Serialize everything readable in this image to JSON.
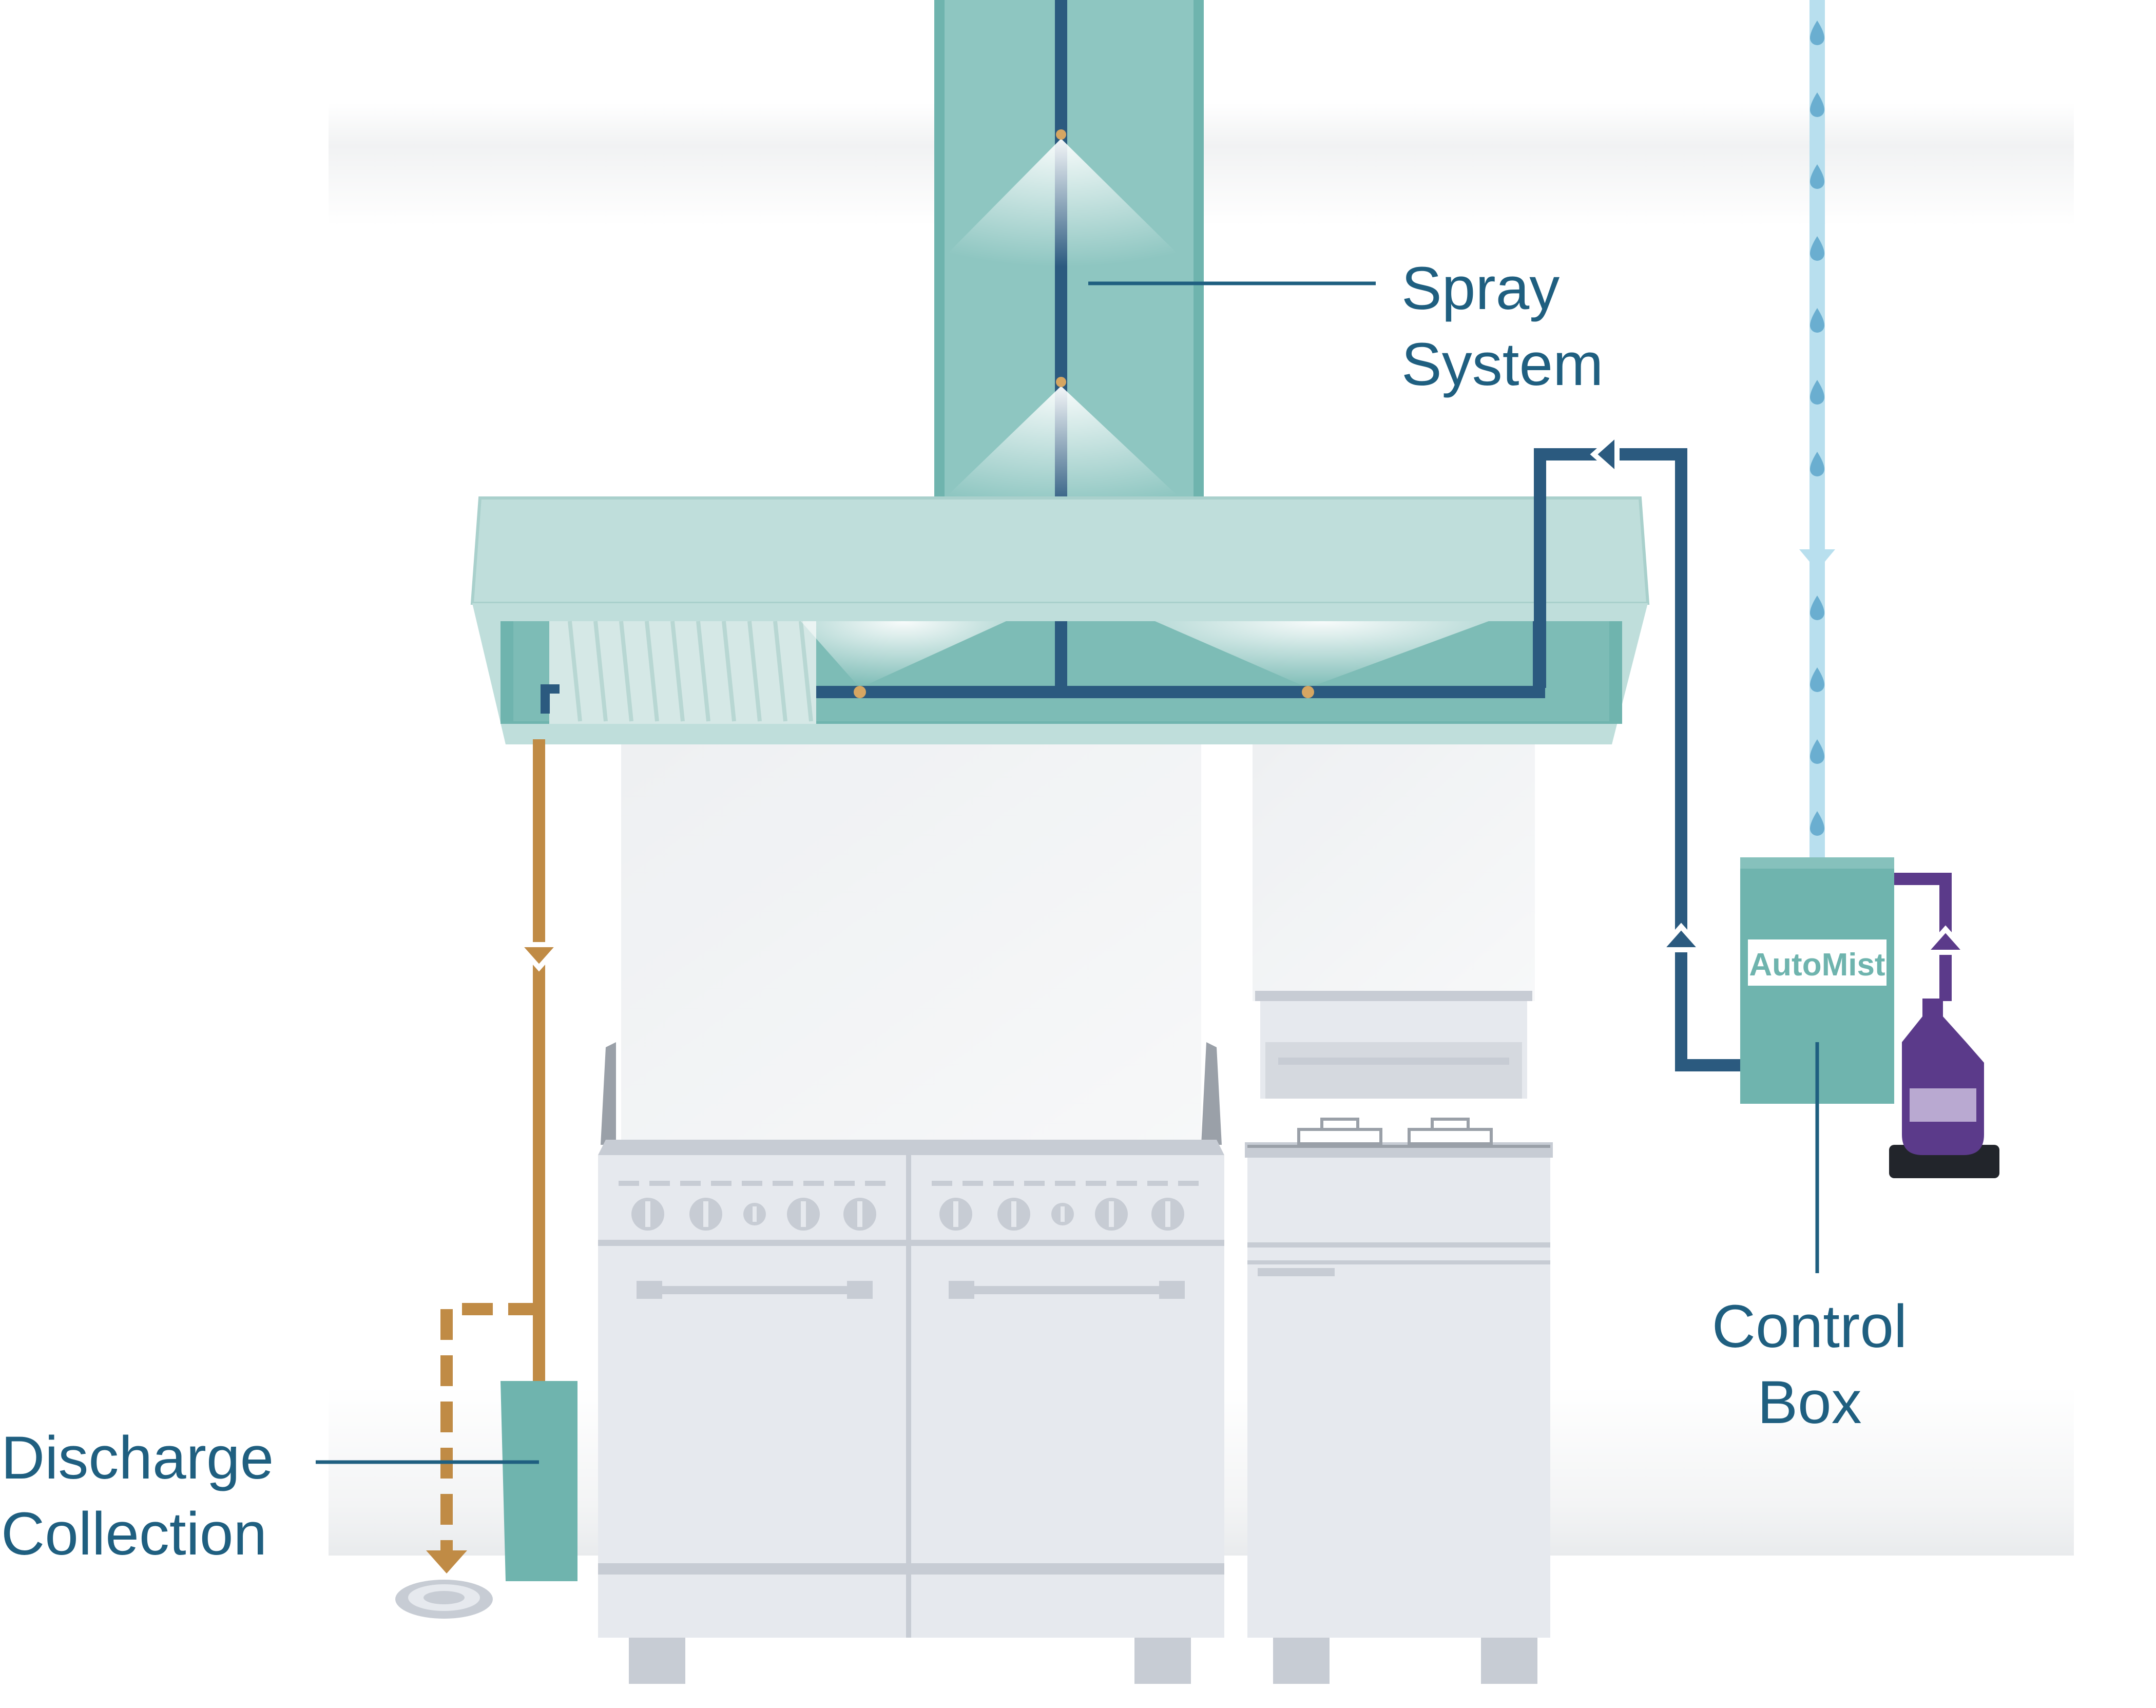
{
  "labels": {
    "spray": [
      "Spray",
      "System"
    ],
    "control": [
      "Control",
      "Box"
    ],
    "discharge": [
      "Discharge",
      "Collection"
    ]
  },
  "brand": "AutoMist",
  "colors": {
    "duct": "#6fb4ae",
    "hood": "#bfdedb",
    "pipe_blue": "#2b5a7f",
    "pipe_brown": "#c08b45",
    "pipe_purple": "#5b3a8a",
    "water": "#b8dfee",
    "label": "#1f5f80",
    "steel": "#e6e9ee",
    "steel_dark": "#c7ccd4"
  },
  "icons": [
    "spray-nozzle-icon",
    "water-drop-icon",
    "chemical-jug-icon",
    "floor-drain-icon",
    "control-box-icon"
  ]
}
